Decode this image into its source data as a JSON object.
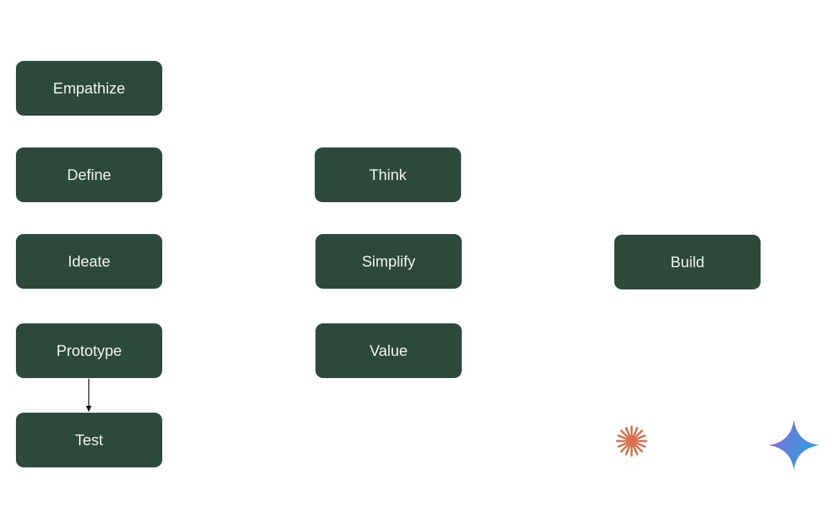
{
  "diagram": {
    "nodes": [
      {
        "id": "empathize",
        "label": "Empathize"
      },
      {
        "id": "define",
        "label": "Define"
      },
      {
        "id": "ideate",
        "label": "Ideate"
      },
      {
        "id": "prototype",
        "label": "Prototype"
      },
      {
        "id": "test",
        "label": "Test"
      },
      {
        "id": "think",
        "label": "Think"
      },
      {
        "id": "simplify",
        "label": "Simplify"
      },
      {
        "id": "value",
        "label": "Value"
      },
      {
        "id": "build",
        "label": "Build"
      }
    ],
    "edges": [
      {
        "from": "prototype",
        "to": "test"
      }
    ],
    "colors": {
      "node_fill": "#2b4a3c",
      "node_text": "#f4f5f0",
      "edge": "#111111",
      "asterisk": "#d9704f",
      "sparkle_start": "#8a6fd0",
      "sparkle_end": "#1fa3e8"
    },
    "icons": {
      "asterisk": "asterisk-icon",
      "sparkle": "sparkle-icon"
    }
  }
}
